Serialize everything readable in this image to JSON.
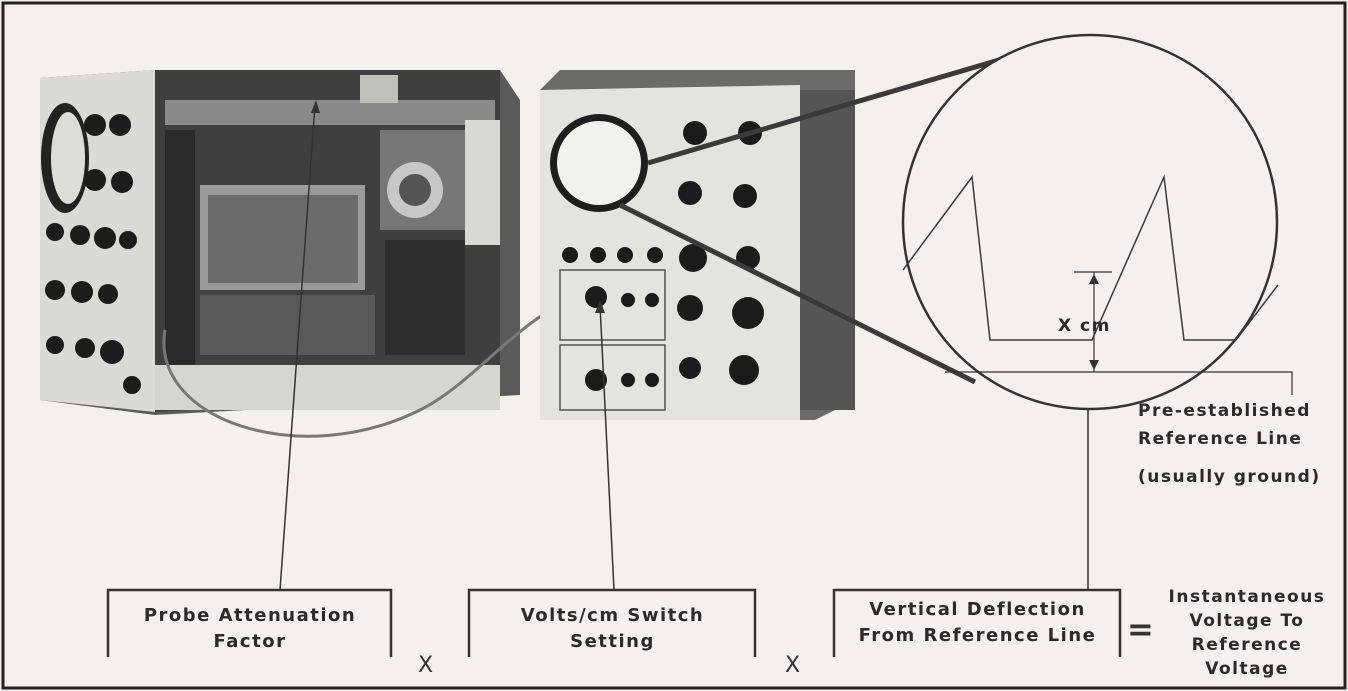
{
  "labels": {
    "probe_line1": "Probe Attenuation",
    "probe_line2": "Factor",
    "volts_line1": "Volts/cm Switch",
    "volts_line2": "Setting",
    "vert_line1": "Vertical Deflection",
    "vert_line2": "From Reference Line",
    "result_line1": "Instantaneous",
    "result_line2": "Voltage To",
    "result_line3": "Reference",
    "result_line4": "Voltage",
    "ref_line1": "Pre-established",
    "ref_line2": "Reference Line",
    "ref_line3": "(usually ground)",
    "x_cm": "X cm",
    "times_1": "X",
    "times_2": "X",
    "equals": "="
  }
}
